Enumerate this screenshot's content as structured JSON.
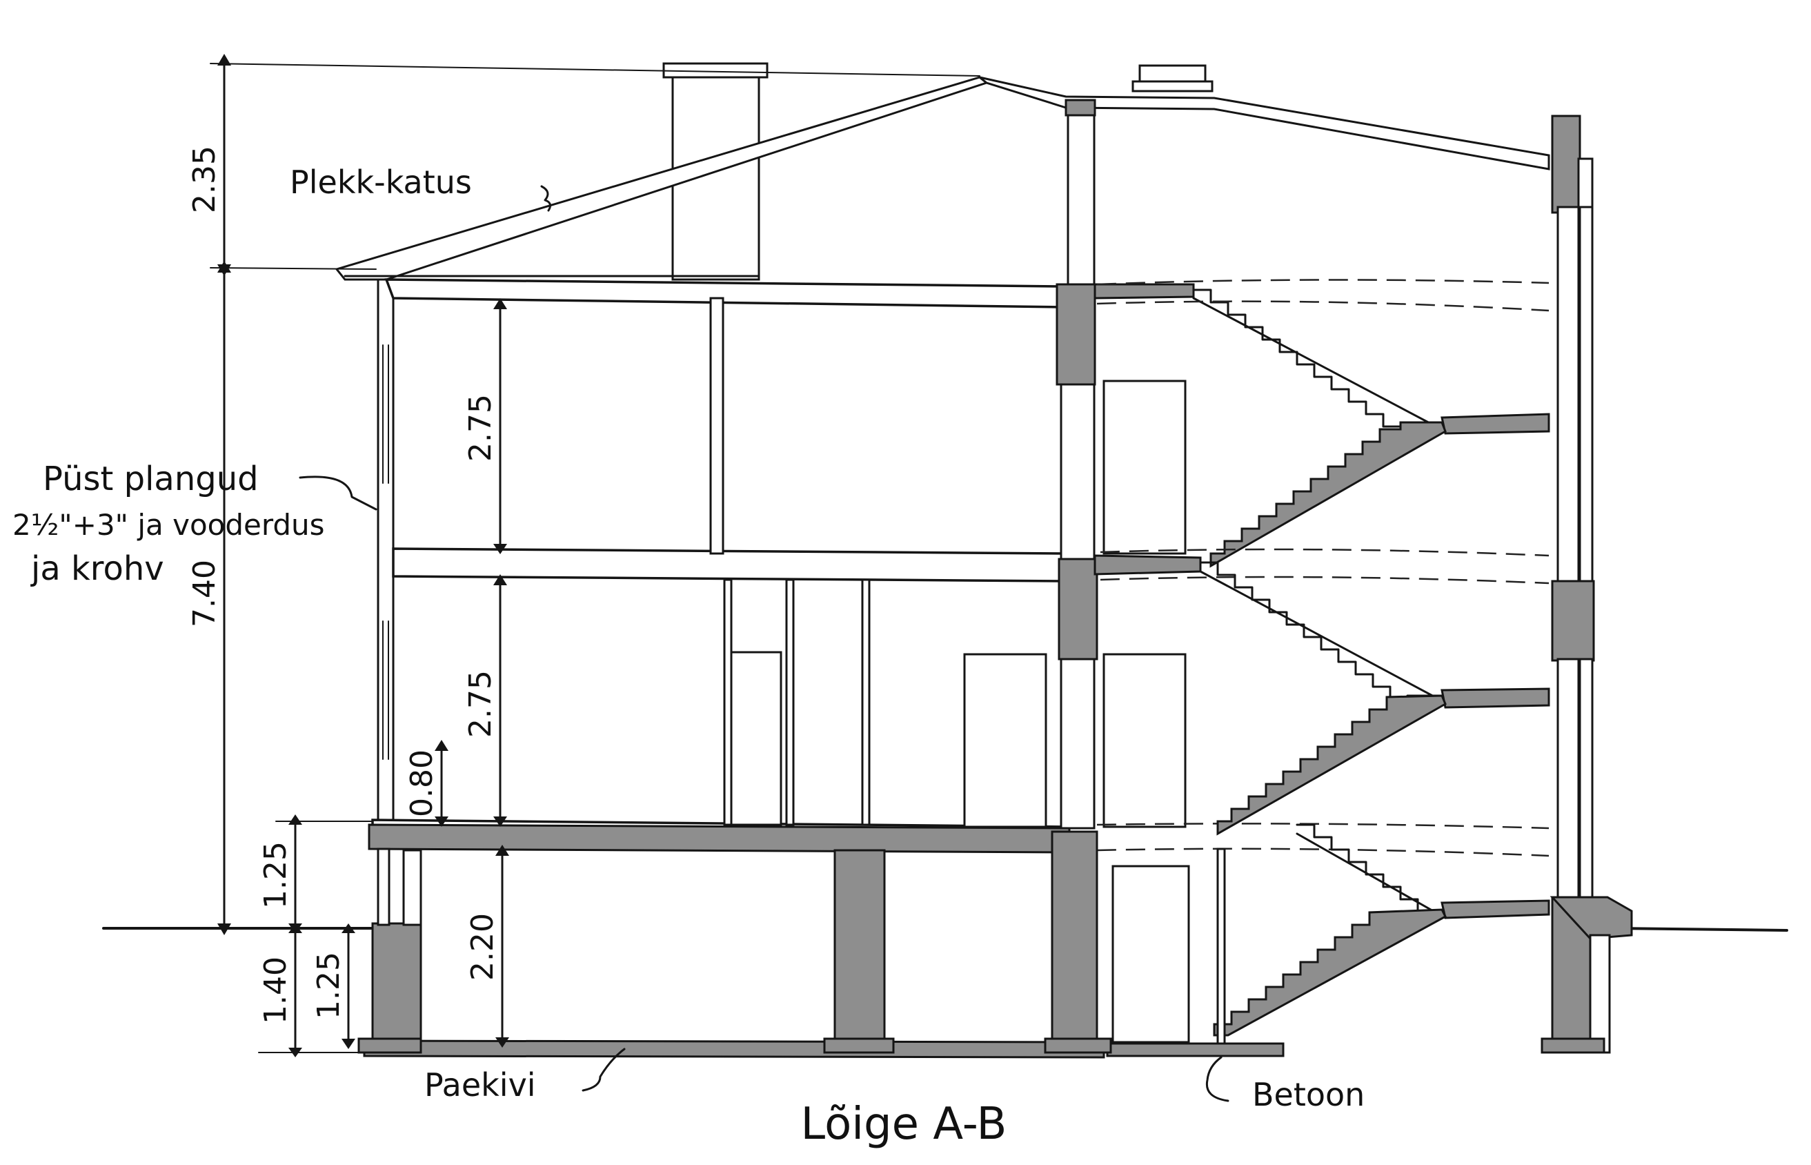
{
  "title": "Lõige A-B",
  "labels": {
    "roof": "Plekk-katus",
    "walls_line1": "Püst plangud",
    "walls_line2": "2½\"+3\" ja vooderdus",
    "walls_line3": "ja krohv",
    "foundation": "Paekivi",
    "floor": "Betoon"
  },
  "dimensions": {
    "roof_height": "2.35",
    "total_height": "7.40",
    "floor2_height": "2.75",
    "floor1_height": "2.75",
    "window_sill": "0.80",
    "plinth_above": "1.25",
    "below_ground": "1.40",
    "cellar_depth": "1.25",
    "cellar_height": "2.20"
  },
  "colors": {
    "ink": "#151515",
    "concrete": "#8e8e8e",
    "paper": "#ffffff"
  }
}
